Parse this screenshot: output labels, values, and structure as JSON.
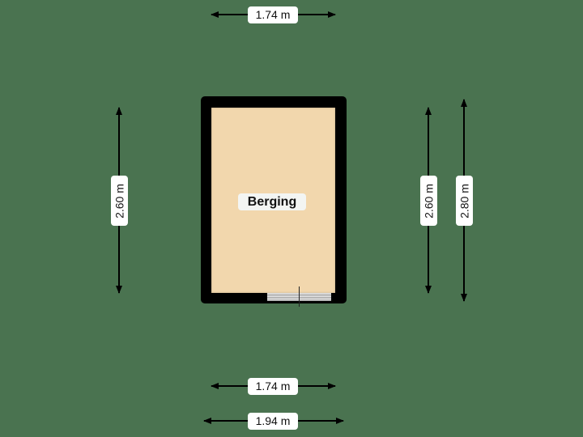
{
  "floorplan": {
    "room": {
      "name": "Berging",
      "fill_color": "#f2d7ad",
      "wall_color": "#000000"
    },
    "background_color": "#4a7350",
    "dimensions": {
      "top_width": "1.74 m",
      "left_height": "2.60 m",
      "right_inner_height": "2.60 m",
      "right_outer_height": "2.80 m",
      "bottom_inner_width": "1.74 m",
      "bottom_outer_width": "1.94 m"
    },
    "door": {
      "type": "sliding-door",
      "wall": "bottom"
    }
  }
}
